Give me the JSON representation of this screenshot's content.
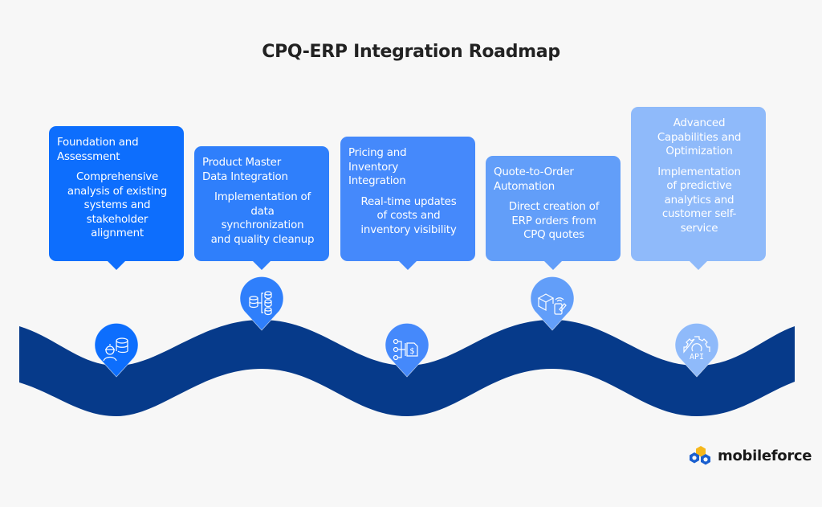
{
  "title": "CPQ-ERP Integration Roadmap",
  "colors": {
    "background": "#f7f7f7",
    "wave": "#063a8a",
    "phase_colors": [
      "#0d6efd",
      "#2f7ffb",
      "#4589fb",
      "#629ef9",
      "#8fbafa"
    ]
  },
  "phases": [
    {
      "heading": "Foundation and\n   Assessment",
      "description": "Comprehensive\nanalysis of existing\nsystems and\nstakeholder\nalignment",
      "icon": "engineer-database-icon"
    },
    {
      "heading": "Product Master\nData Integration",
      "description": "Implementation of\ndata\nsynchronization\nand quality cleanup",
      "icon": "database-sync-icon"
    },
    {
      "heading": "Pricing and\n Inventory\nIntegration",
      "description": "Real-time updates\nof costs and\ninventory visibility",
      "icon": "pricing-flow-icon"
    },
    {
      "heading": "Quote-to-Order\n  Automation",
      "description": "Direct creation of\nERP orders from\nCPQ quotes",
      "icon": "package-tablet-icon"
    },
    {
      "heading": "Advanced\nCapabilities and\nOptimization",
      "description": "Implementation\nof predictive\nanalytics and\ncustomer self-\nservice",
      "icon": "api-gear-icon"
    }
  ],
  "logo": {
    "text": "mobileforce"
  }
}
